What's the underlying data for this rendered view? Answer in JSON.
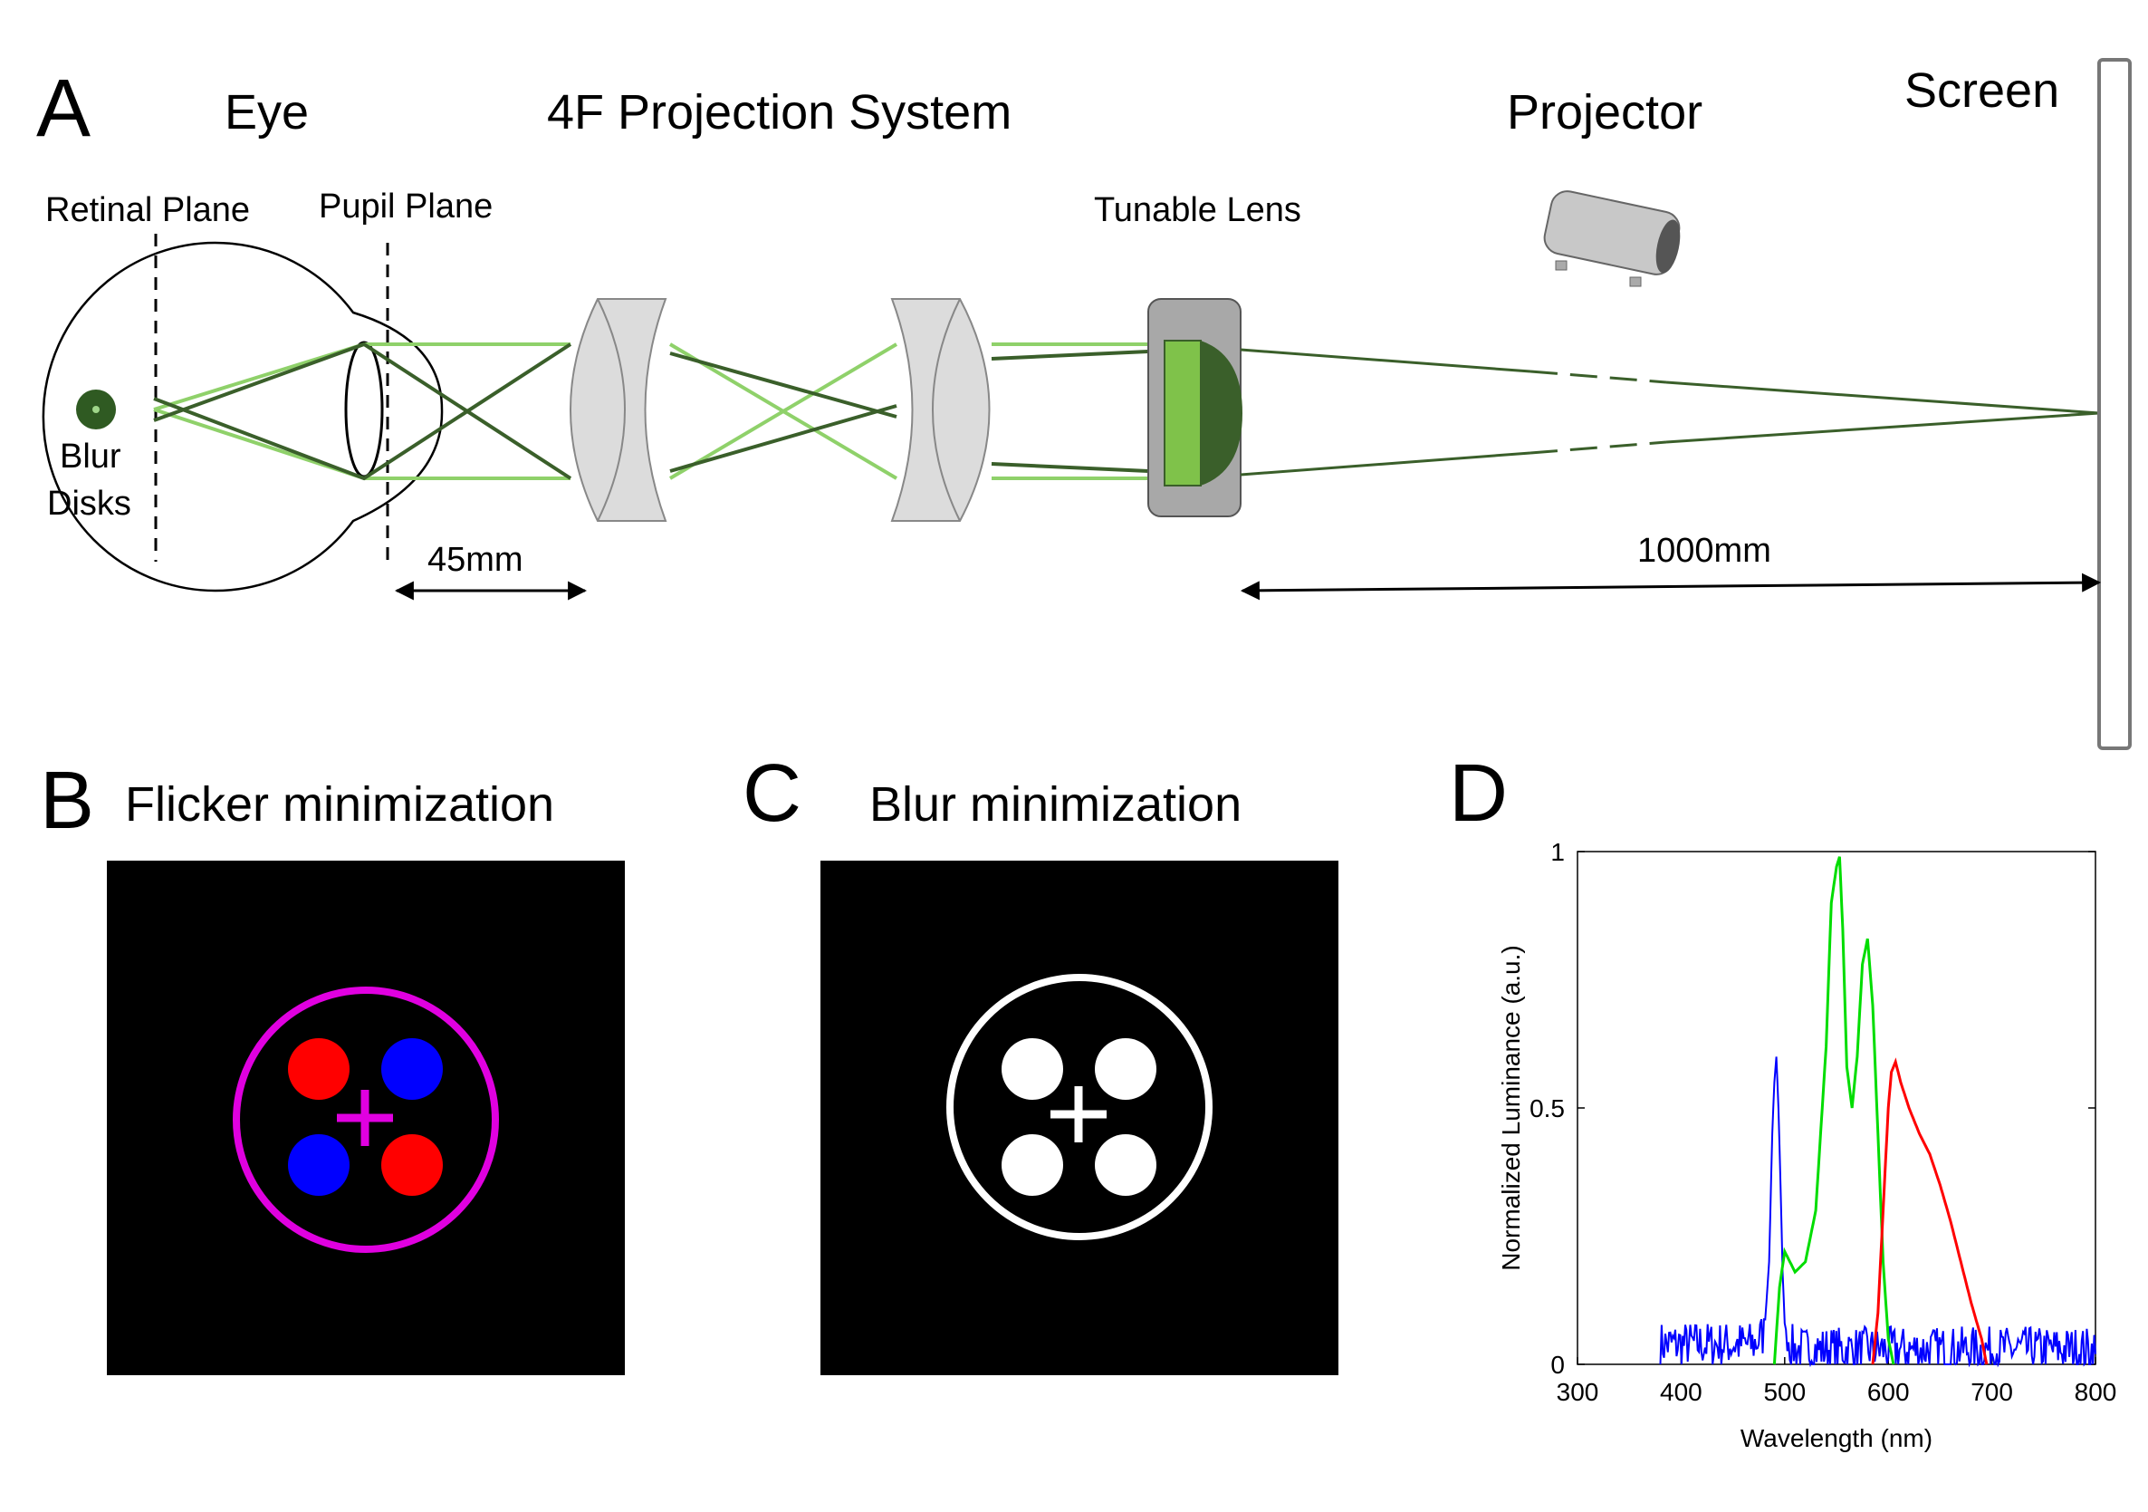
{
  "panel_a": {
    "letter": "A",
    "eye_title": "Eye",
    "system_title": "4F Projection System",
    "projector_title": "Projector",
    "screen_title": "Screen",
    "retinal_plane": "Retinal Plane",
    "pupil_plane": "Pupil Plane",
    "tunable_lens": "Tunable Lens",
    "blur_line1": "Blur",
    "blur_line2": "Disks",
    "dist_45": "45mm",
    "dist_1000": "1000mm",
    "colors": {
      "dark_ray": "#3a5f2a",
      "light_ray": "#8fd16a",
      "lens_gray": "#dcdcdc",
      "tunable_green": "#7fc24a"
    }
  },
  "panel_b": {
    "letter": "B",
    "title": "Flicker minimization",
    "colors": {
      "ring": "#e000e0",
      "cross": "#e000e0",
      "red": "#ff0000",
      "blue": "#0000ff"
    }
  },
  "panel_c": {
    "letter": "C",
    "title": "Blur minimization",
    "colors": {
      "ring": "#ffffff",
      "cross": "#ffffff",
      "disk": "#ffffff"
    }
  },
  "panel_d": {
    "letter": "D",
    "chart_data": {
      "type": "line",
      "xlabel": "Wavelength (nm)",
      "ylabel": "Normalized Luminance (a.u.)",
      "xlim": [
        300,
        800
      ],
      "ylim": [
        0,
        1
      ],
      "x_ticks": [
        "300",
        "400",
        "500",
        "600",
        "700",
        "800"
      ],
      "y_ticks": [
        "0",
        "0.5",
        "1"
      ],
      "series": [
        {
          "color": "#0000ff",
          "x": [
            380,
            470,
            480,
            485,
            488,
            490,
            492,
            494,
            496,
            498,
            500,
            505,
            510,
            520,
            600,
            700,
            800
          ],
          "y": [
            0.03,
            0.03,
            0.05,
            0.2,
            0.45,
            0.55,
            0.6,
            0.5,
            0.35,
            0.18,
            0.08,
            0.03,
            0.02,
            0.02,
            0.02,
            0.02,
            0.02
          ]
        },
        {
          "color": "#00dd00",
          "x": [
            490,
            495,
            500,
            505,
            510,
            520,
            530,
            540,
            545,
            550,
            553,
            556,
            560,
            565,
            570,
            575,
            580,
            585,
            590,
            595,
            600,
            605
          ],
          "y": [
            0.0,
            0.15,
            0.22,
            0.2,
            0.18,
            0.2,
            0.3,
            0.62,
            0.9,
            0.97,
            0.99,
            0.85,
            0.58,
            0.5,
            0.6,
            0.78,
            0.83,
            0.7,
            0.45,
            0.2,
            0.05,
            0.0
          ]
        },
        {
          "color": "#ff0000",
          "x": [
            585,
            590,
            595,
            600,
            603,
            607,
            612,
            620,
            630,
            640,
            650,
            660,
            670,
            680,
            690,
            695
          ],
          "y": [
            0.0,
            0.1,
            0.3,
            0.5,
            0.57,
            0.59,
            0.55,
            0.5,
            0.45,
            0.41,
            0.35,
            0.28,
            0.2,
            0.12,
            0.05,
            0.0
          ]
        }
      ]
    }
  }
}
